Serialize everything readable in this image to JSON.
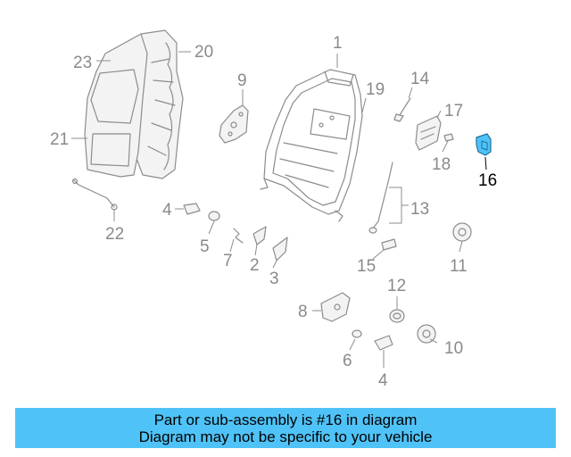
{
  "callouts": {
    "c1": "1",
    "c2": "2",
    "c3": "3",
    "c4a": "4",
    "c4b": "4",
    "c5": "5",
    "c6": "6",
    "c7": "7",
    "c8": "8",
    "c9": "9",
    "c10": "10",
    "c11": "11",
    "c12": "12",
    "c13": "13",
    "c14": "14",
    "c15": "15",
    "c16": "16",
    "c17": "17",
    "c18": "18",
    "c19": "19",
    "c20": "20",
    "c21": "21",
    "c22": "22",
    "c23": "23"
  },
  "highlight": {
    "part_number": "16",
    "color": "#4fc3f7"
  },
  "banner": {
    "line1": "Part or sub-assembly is #16 in diagram",
    "line2": "Diagram may not be specific to your vehicle"
  }
}
